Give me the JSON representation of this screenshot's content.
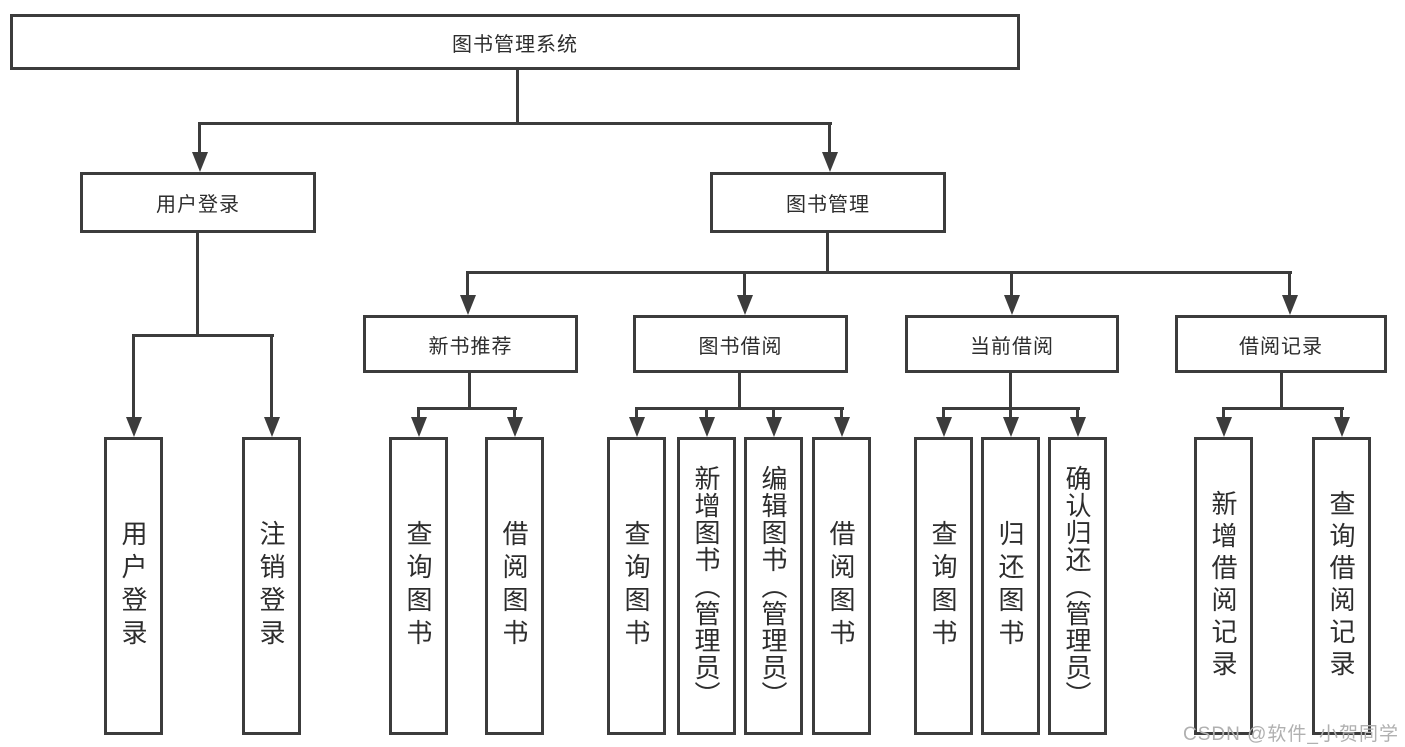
{
  "diagram_title": "图书管理系统",
  "colors": {
    "line": "#3c3c3c",
    "text": "#2d2d2d",
    "background": "#ffffff",
    "watermark": "#b0b0b0"
  },
  "root": {
    "label": "图书管理系统"
  },
  "branches": [
    {
      "label": "用户登录"
    },
    {
      "label": "图书管理"
    }
  ],
  "modules": [
    {
      "label": "新书推荐",
      "parent": "图书管理"
    },
    {
      "label": "图书借阅",
      "parent": "图书管理"
    },
    {
      "label": "当前借阅",
      "parent": "图书管理"
    },
    {
      "label": "借阅记录",
      "parent": "图书管理"
    }
  ],
  "leaves": [
    {
      "label": "用户登录",
      "parent": "用户登录"
    },
    {
      "label": "注销登录",
      "parent": "用户登录"
    },
    {
      "label": "查询图书",
      "parent": "新书推荐"
    },
    {
      "label": "借阅图书",
      "parent": "新书推荐"
    },
    {
      "label": "查询图书",
      "parent": "图书借阅"
    },
    {
      "label": "新增图书（管理员）",
      "parent": "图书借阅"
    },
    {
      "label": "编辑图书（管理员）",
      "parent": "图书借阅"
    },
    {
      "label": "借阅图书",
      "parent": "图书借阅"
    },
    {
      "label": "查询图书",
      "parent": "当前借阅"
    },
    {
      "label": "归还图书",
      "parent": "当前借阅"
    },
    {
      "label": "确认归还（管理员）",
      "parent": "当前借阅"
    },
    {
      "label": "新增借阅记录",
      "parent": "借阅记录"
    },
    {
      "label": "查询借阅记录",
      "parent": "借阅记录"
    }
  ],
  "watermark": {
    "text": "CSDN @软件_小贺同学"
  }
}
